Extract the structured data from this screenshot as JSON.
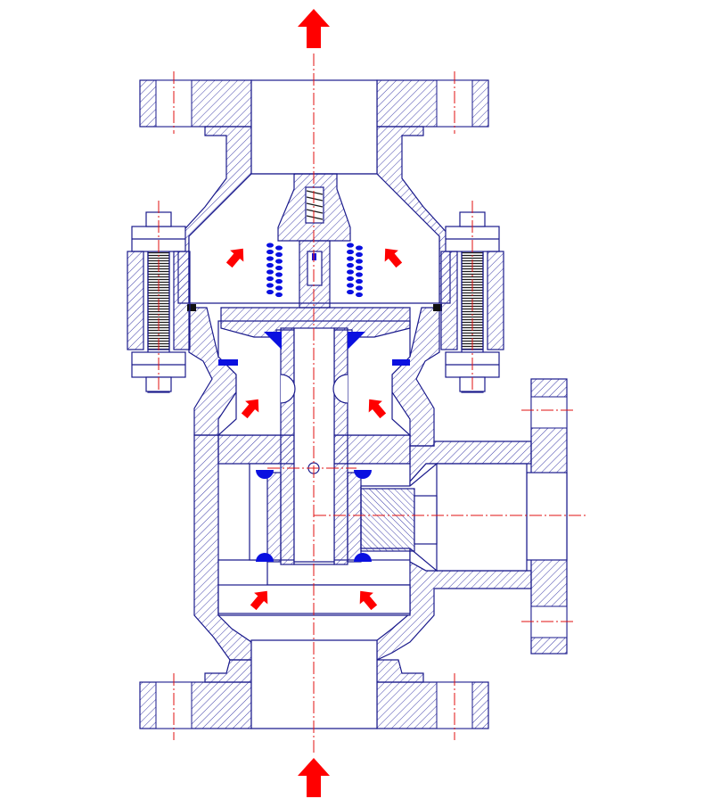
{
  "figure": {
    "kind": "valve-cross-section",
    "colors": {
      "background": "#ffffff",
      "outline": "#1a1a8c",
      "hatch": "#2a2aa0",
      "centerline": "#e01010",
      "flow_arrow": "#ff0000",
      "seal": "#0a10e0",
      "gasket": "#111111"
    },
    "flow_arrows": [
      {
        "id": "outlet-top",
        "direction": "up"
      },
      {
        "id": "inlet-bottom",
        "direction": "up"
      },
      {
        "id": "upper-chamber-left",
        "direction": "up-right"
      },
      {
        "id": "upper-chamber-right",
        "direction": "up-left"
      },
      {
        "id": "middle-chamber-left",
        "direction": "up-right"
      },
      {
        "id": "middle-chamber-right",
        "direction": "up-left"
      },
      {
        "id": "lower-chamber-left",
        "direction": "up-right"
      },
      {
        "id": "lower-chamber-right",
        "direction": "up-left"
      }
    ],
    "icons": [
      "flow-arrow-icon",
      "spring-icon",
      "bolt-nut-icon",
      "seal-ring-icon"
    ]
  }
}
